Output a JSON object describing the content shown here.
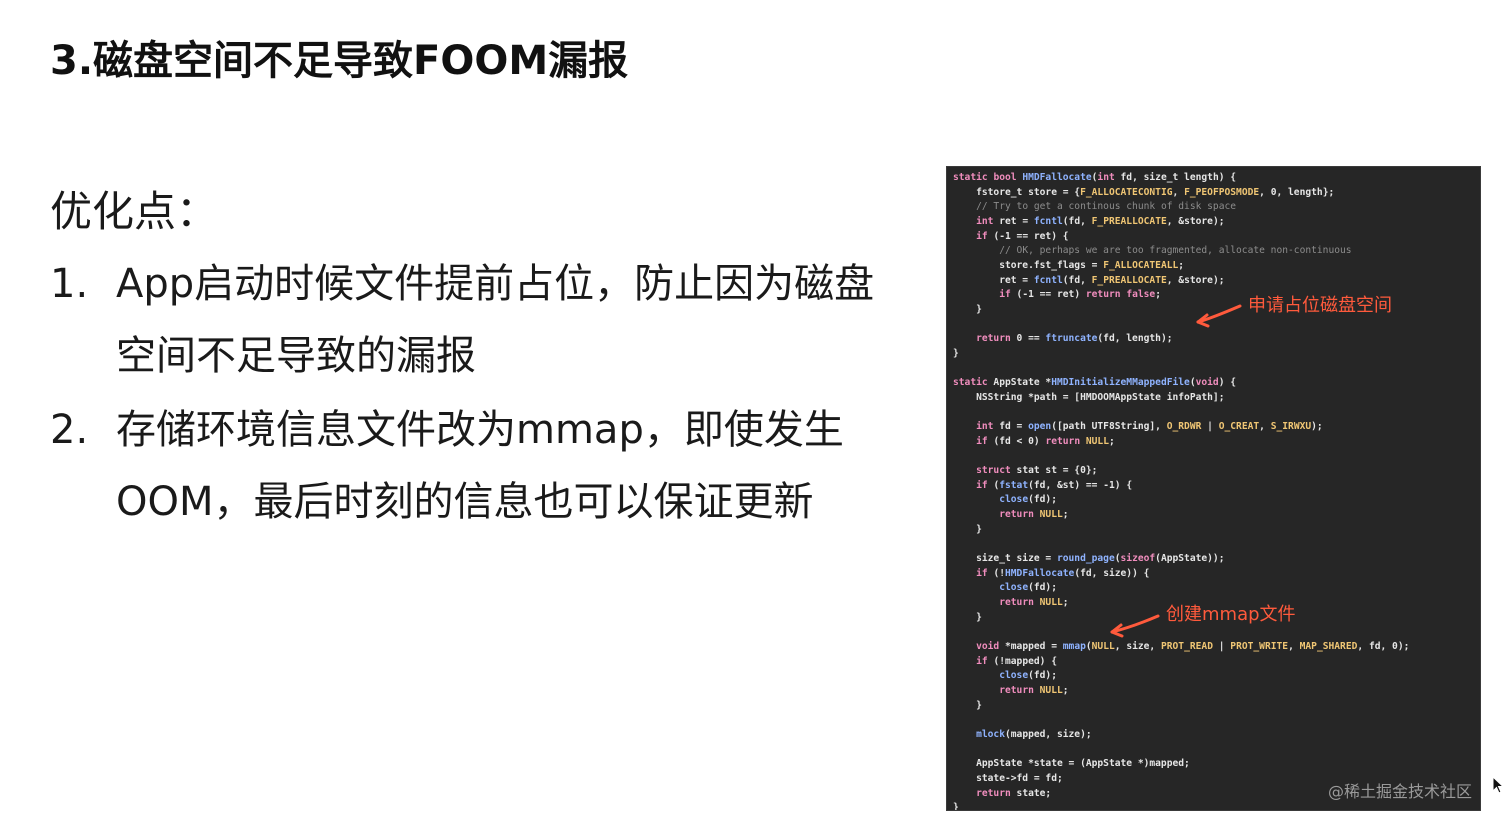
{
  "slide": {
    "title": "3.磁盘空间不足导致FOOM漏报",
    "subtitle": "优化点：",
    "points": [
      {
        "num": "1.",
        "text": "App启动时候文件提前占位，防止因为磁盘空间不足导致的漏报"
      },
      {
        "num": "2.",
        "text": "存储环境信息文件改为mmap，即使发生OOM，最后时刻的信息也可以保证更新"
      }
    ]
  },
  "code": {
    "lines": [
      "static bool HMDFallocate(int fd, size_t length) {",
      "    fstore_t store = {F_ALLOCATECONTIG, F_PEOFPOSMODE, 0, length};",
      "    // Try to get a continous chunk of disk space",
      "    int ret = fcntl(fd, F_PREALLOCATE, &store);",
      "    if (-1 == ret) {",
      "        // OK, perhaps we are too fragmented, allocate non-continuous",
      "        store.fst_flags = F_ALLOCATEALL;",
      "        ret = fcntl(fd, F_PREALLOCATE, &store);",
      "        if (-1 == ret) return false;",
      "    }",
      "",
      "    return 0 == ftruncate(fd, length);",
      "}",
      "",
      "static AppState *HMDInitializeMMappedFile(void) {",
      "    NSString *path = [HMDOOMAppState infoPath];",
      "",
      "    int fd = open([path UTF8String], O_RDWR | O_CREAT, S_IRWXU);",
      "    if (fd < 0) return NULL;",
      "",
      "    struct stat st = {0};",
      "    if (fstat(fd, &st) == -1) {",
      "        close(fd);",
      "        return NULL;",
      "    }",
      "",
      "    size_t size = round_page(sizeof(AppState));",
      "    if (!HMDFallocate(fd, size)) {",
      "        close(fd);",
      "        return NULL;",
      "    }",
      "",
      "    void *mapped = mmap(NULL, size, PROT_READ | PROT_WRITE, MAP_SHARED, fd, 0);",
      "    if (!mapped) {",
      "        close(fd);",
      "        return NULL;",
      "    }",
      "",
      "    mlock(mapped, size);",
      "",
      "    AppState *state = (AppState *)mapped;",
      "    state->fd = fd;",
      "    return state;",
      "}"
    ]
  },
  "annotations": {
    "reserve_disk": "申请占位磁盘空间",
    "create_mmap": "创建mmap文件"
  },
  "watermark": "@稀土掘金技术社区",
  "colors": {
    "background": "#ffffff",
    "code_background": "#262626",
    "annotation": "#ff5a3c",
    "keyword": "#f08dbd",
    "function": "#8fb3ff",
    "constant": "#f0c674",
    "comment": "#8c8c8c"
  },
  "icons": {
    "arrow": "arrow-icon",
    "cursor": "cursor-icon"
  }
}
